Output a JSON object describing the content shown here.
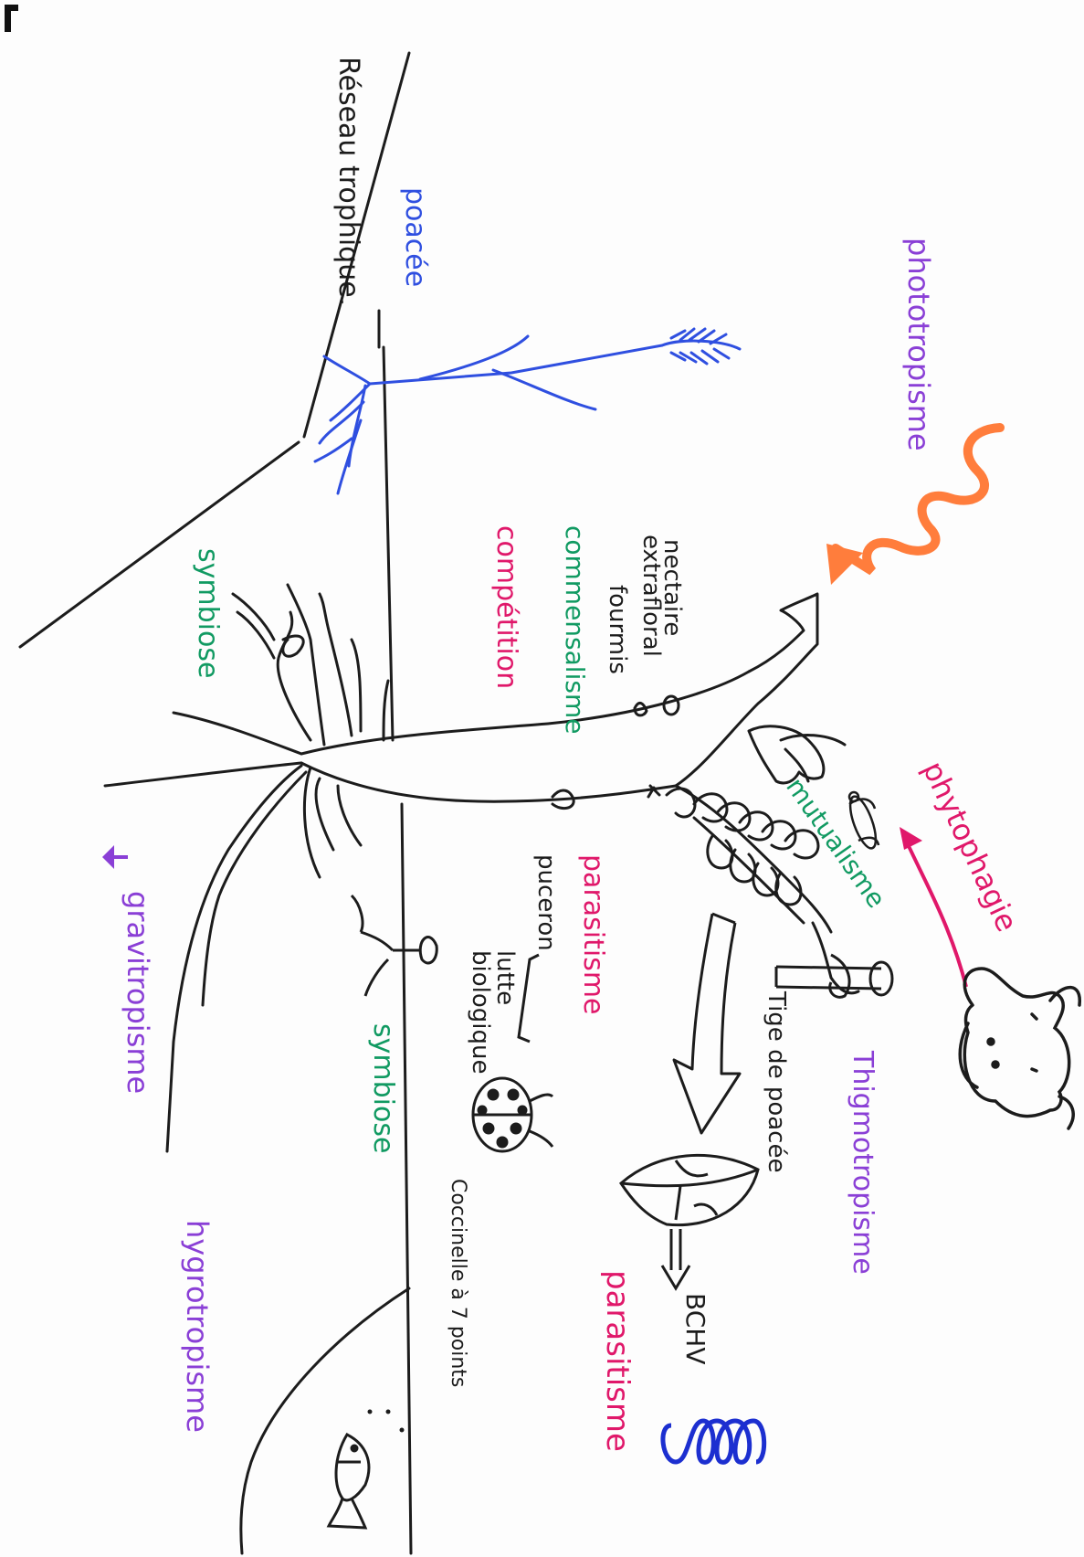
{
  "colors": {
    "ink": "#1c1c1c",
    "purple": "#8a3fd6",
    "green": "#119a62",
    "pink": "#e0186a",
    "blue": "#2f4fe0",
    "orange": "#ff7d3c",
    "darkblue": "#1c2fd0"
  },
  "title": "Réseau trophique.",
  "labels": {
    "poacee": "poacée",
    "phototropisme": "phototropisme",
    "nectaire": "nectaire",
    "extrafloral": "extrafloral",
    "fourmis": "fourmis",
    "commensalisme": "commensalisme",
    "competition": "compétition",
    "symbiose_top": "symbiose",
    "phytophagie": "phytophagie",
    "mutualisme": "mutualisme",
    "parasitisme_mid": "parasitisme",
    "puceron": "puceron",
    "lutte": "lutte",
    "biologique": "biologique",
    "gravitropisme": "gravitropisme",
    "symbiose_bottom": "symbiose",
    "coccinelle": "Coccinelle à 7 points",
    "tige": "Tige de poacée",
    "thigmotropisme": "Thigmotropisme",
    "bchv": "BCHV",
    "parasitisme_bottom": "parasitisme",
    "hygrotropisme": "hygrotropisme"
  },
  "icons": [
    "wave-arrow-icon",
    "cow-head-icon",
    "ladybug-icon",
    "fish-icon",
    "leaf-icon",
    "fly-icon",
    "coil-icon",
    "mushroom-icon"
  ]
}
